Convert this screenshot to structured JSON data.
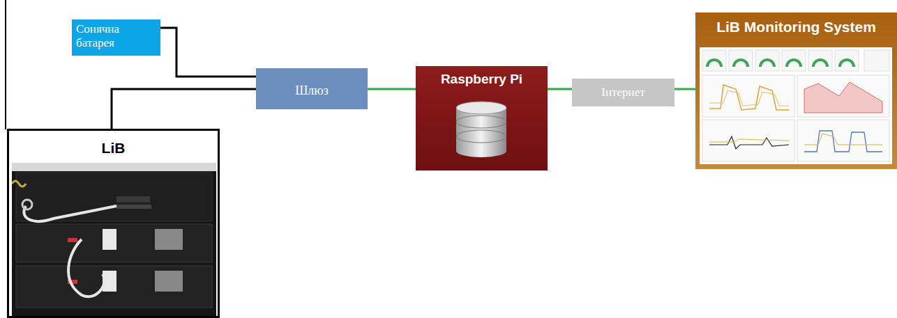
{
  "diagram": {
    "nodes": [
      {
        "text": [
          "Сонячна батарея"
        ]
      },
      {
        "text": [
          "LiB"
        ]
      },
      {
        "text": [
          "Шлюз"
        ]
      },
      {
        "text": [
          "Raspberry Pi"
        ]
      },
      {
        "text": [
          "Інтернет"
        ]
      },
      {
        "text": [
          "LiB Monitoring System"
        ]
      }
    ],
    "edges": [
      {
        "from": 0,
        "to": 2,
        "arrow": "none"
      },
      {
        "from": 1,
        "to": 2,
        "arrow": "none"
      },
      {
        "from": 2,
        "to": 3,
        "arrow": "none"
      },
      {
        "from": 3,
        "to": 4,
        "arrow": "none"
      },
      {
        "from": 4,
        "to": 5,
        "arrow": "none"
      }
    ]
  }
}
